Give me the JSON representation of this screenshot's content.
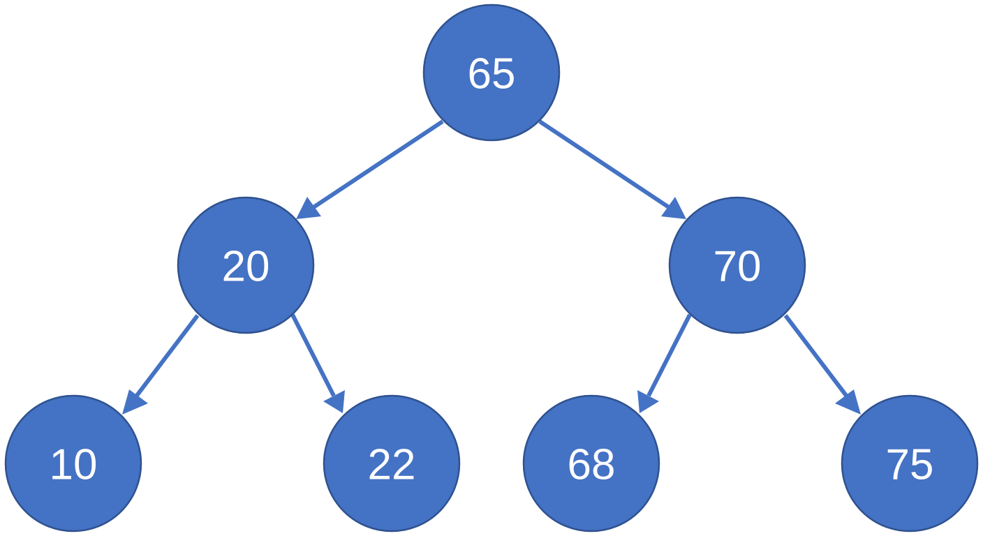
{
  "diagram": {
    "type": "binary-search-tree",
    "colors": {
      "node_fill": "#4472C4",
      "node_border": "#2F528F",
      "node_text": "#ffffff",
      "edge": "#4472C4",
      "background": "#ffffff"
    },
    "nodes": [
      {
        "id": "n65",
        "label": "65"
      },
      {
        "id": "n20",
        "label": "20"
      },
      {
        "id": "n70",
        "label": "70"
      },
      {
        "id": "n10",
        "label": "10"
      },
      {
        "id": "n22",
        "label": "22"
      },
      {
        "id": "n68",
        "label": "68"
      },
      {
        "id": "n75",
        "label": "75"
      }
    ],
    "edges": [
      {
        "from": "n65",
        "to": "n20"
      },
      {
        "from": "n65",
        "to": "n70"
      },
      {
        "from": "n20",
        "to": "n10"
      },
      {
        "from": "n20",
        "to": "n22"
      },
      {
        "from": "n70",
        "to": "n68"
      },
      {
        "from": "n70",
        "to": "n75"
      }
    ]
  }
}
